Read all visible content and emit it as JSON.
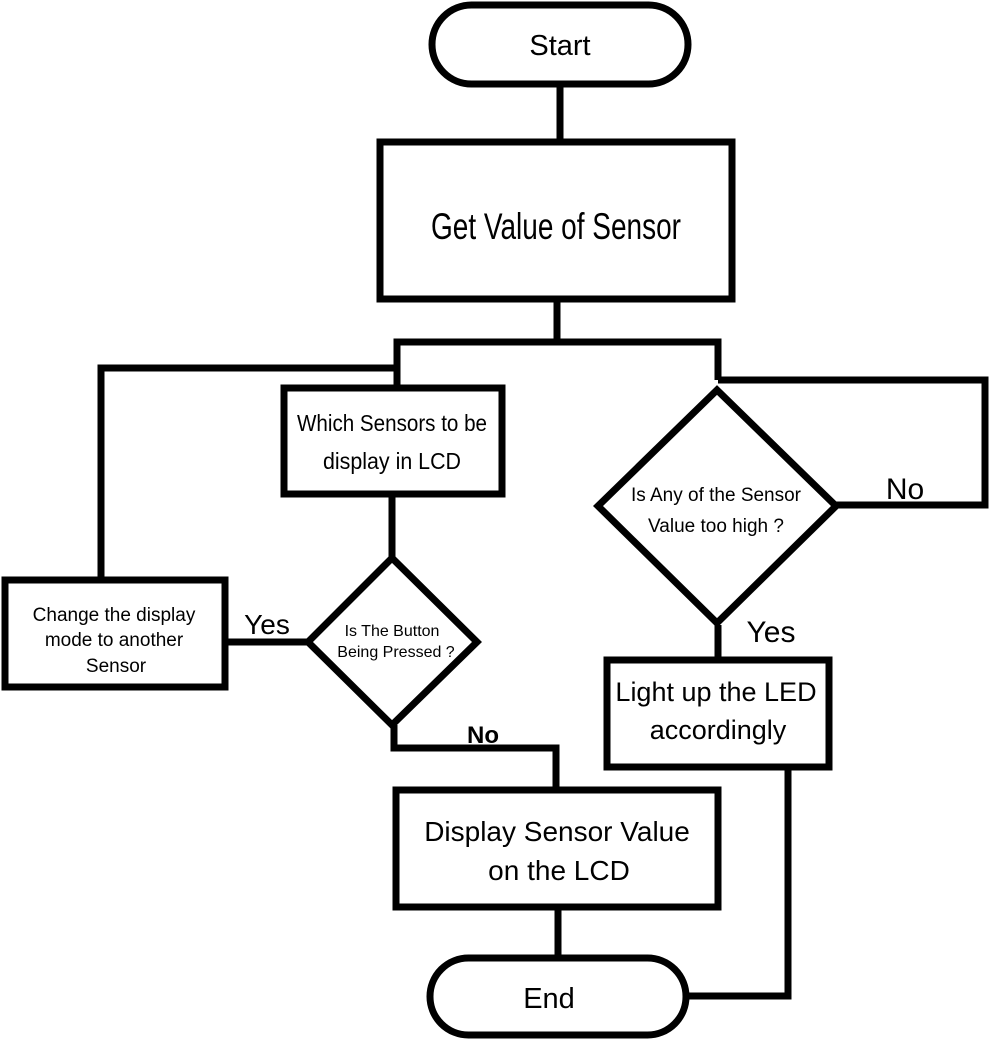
{
  "nodes": {
    "start": "Start",
    "get_value": "Get Value of Sensor",
    "which_sensor": [
      "Which Sensors to be",
      "display in LCD"
    ],
    "button_decision": [
      "Is The Button",
      "Being Pressed ?"
    ],
    "change_mode": [
      "Change the display",
      "mode to another",
      "Sensor"
    ],
    "sensor_high_decision": [
      "Is Any of the Sensor",
      "Value too high ?"
    ],
    "light_led": [
      "Light up the LED",
      "accordingly"
    ],
    "display_value": [
      "Display Sensor Value",
      "on the LCD"
    ],
    "end": "End"
  },
  "edge_labels": {
    "button_yes": "Yes",
    "button_no": "No",
    "sensor_yes": "Yes",
    "sensor_no": "No"
  }
}
